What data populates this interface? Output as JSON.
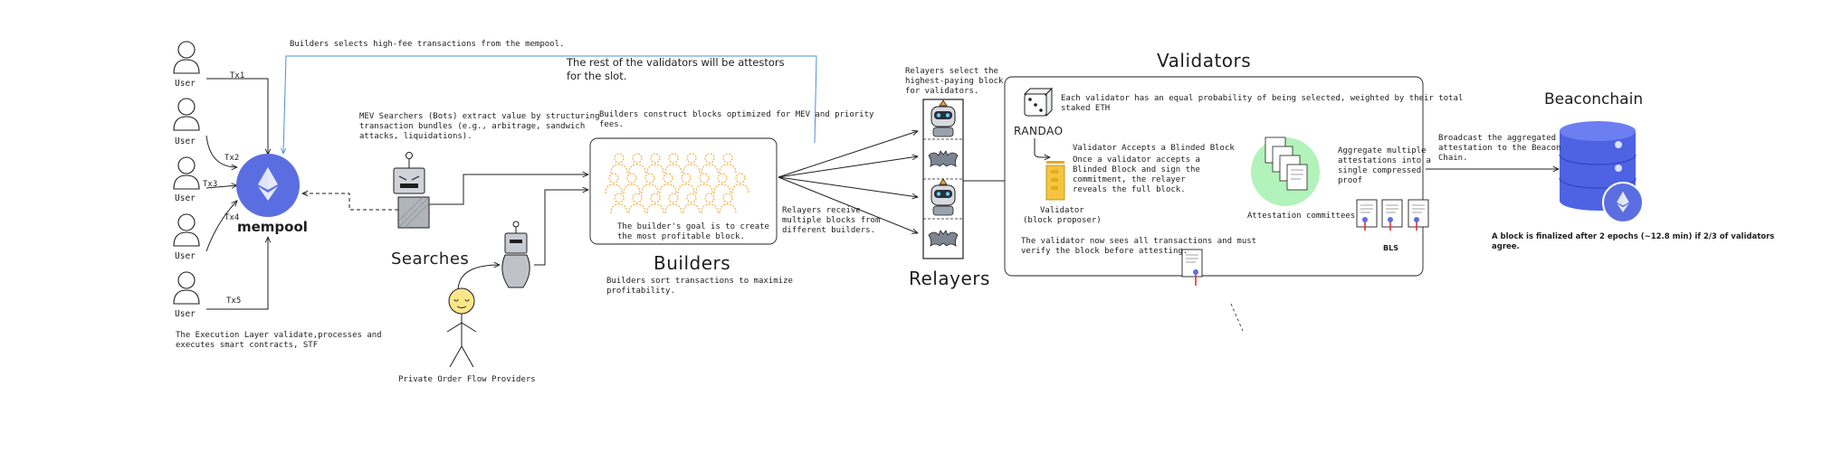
{
  "users": {
    "label": "User",
    "tx_labels": [
      "Tx1",
      "Tx2",
      "Tx3",
      "Tx4",
      "Tx5"
    ]
  },
  "mempool": {
    "title": "mempool",
    "builders_select_note": "Builders selects high-fee transactions from the mempool."
  },
  "execution_layer_note": "The Execution Layer validate,processes and\nexecutes smart contracts, STF",
  "attestors_note": "The rest of the validators will be attestors\nfor the slot.",
  "searchers": {
    "title": "Searches",
    "note": "MEV Searchers (Bots) extract value by structuring\ntransaction bundles (e.g., arbitrage, sandwich\nattacks, liquidations)."
  },
  "private_order_flow": {
    "label": "Private Order Flow Providers"
  },
  "builders": {
    "title": "Builders",
    "top_note": "Builders construct blocks optimized for MEV and priority\nfees.",
    "goal_note": "The builder's goal is to create\nthe most profitable block.",
    "sort_note": "Builders sort transactions to maximize\nprofitability."
  },
  "relayers": {
    "title": "Relayers",
    "select_note": "Relayers select the\nhighest-paying block\nfor validators.",
    "receive_note": "Relayers receive\nmultiple blocks from\ndifferent builders."
  },
  "validators": {
    "title": "Validators",
    "probability_note": "Each validator has an equal probability of being selected, weighted by their total\nstaked ETH",
    "randao_label": "RANDAO",
    "accepts_heading": "Validator Accepts a Blinded Block",
    "accepts_note": "Once a validator accepts a\nBlinded Block and sign the\ncommitment, the relayer\nreveals the full block.",
    "proposer_label": "Validator\n(block proposer)",
    "verify_note": "The validator now sees all transactions and must\nverify the block before attesting.",
    "aggregate_note": "Aggregate multiple\nattestations into a\nsingle compressed\nproof",
    "committees_label": "Attestation committees",
    "bls_label": "BLS"
  },
  "beaconchain": {
    "title": "Beaconchain",
    "broadcast_note": "Broadcast the aggregated\nattestation to the Beacon\nChain.",
    "finality_note": "A block is finalized after 2 epochs (~12.8 min) if 2/3 of validators\nagree."
  },
  "colors": {
    "eth_blue": "#5b6ee1",
    "db_blue": "#4d63e3",
    "builder_orange": "#f0a020",
    "committee_green": "#b2f2bb",
    "folder_yellow": "#f5c542",
    "arrow_blue": "#4a90d9",
    "stroke": "#1e1e1e"
  }
}
